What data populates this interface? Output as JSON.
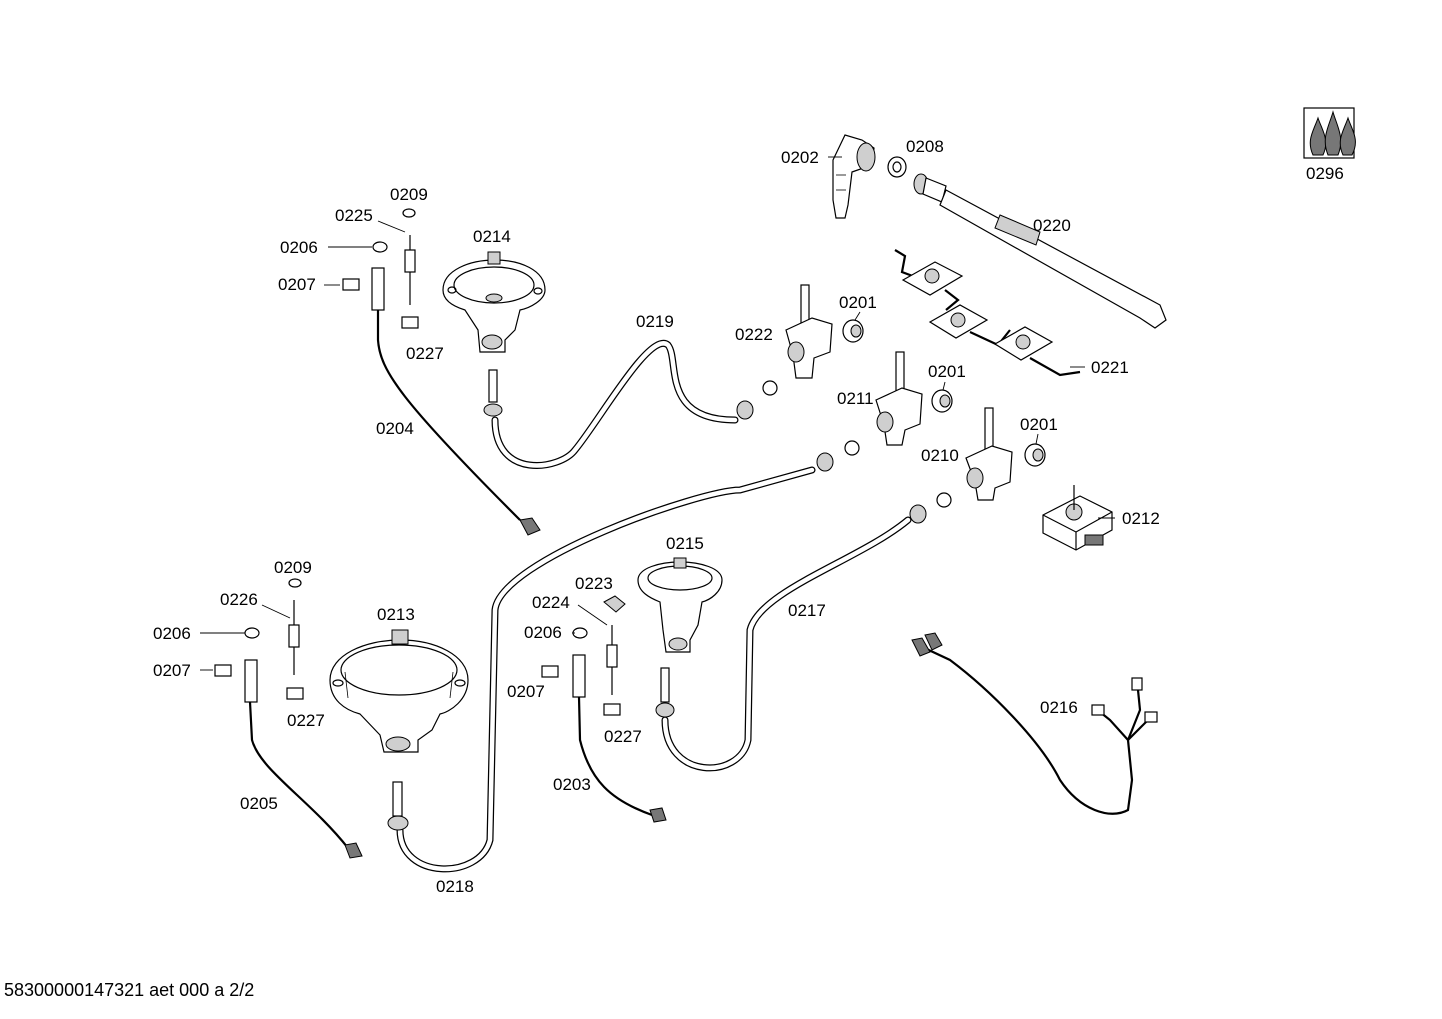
{
  "labels": {
    "p0201a": "0201",
    "p0201b": "0201",
    "p0201c": "0201",
    "p0202": "0202",
    "p0203": "0203",
    "p0204": "0204",
    "p0205": "0205",
    "p0206a": "0206",
    "p0206b": "0206",
    "p0206c": "0206",
    "p0207a": "0207",
    "p0207b": "0207",
    "p0207c": "0207",
    "p0208": "0208",
    "p0209a": "0209",
    "p0209b": "0209",
    "p0210": "0210",
    "p0211": "0211",
    "p0212": "0212",
    "p0213": "0213",
    "p0214": "0214",
    "p0215": "0215",
    "p0216": "0216",
    "p0217": "0217",
    "p0218": "0218",
    "p0219": "0219",
    "p0220": "0220",
    "p0221": "0221",
    "p0222": "0222",
    "p0223": "0223",
    "p0224": "0224",
    "p0225": "0225",
    "p0226": "0226",
    "p0227a": "0227",
    "p0227b": "0227",
    "p0227c": "0227",
    "p0296": "0296"
  },
  "footer": {
    "doc_id": "58300000147321 aet 000 a 2/2"
  },
  "icons": {
    "gas_flame_symbol": "flame-icon"
  }
}
